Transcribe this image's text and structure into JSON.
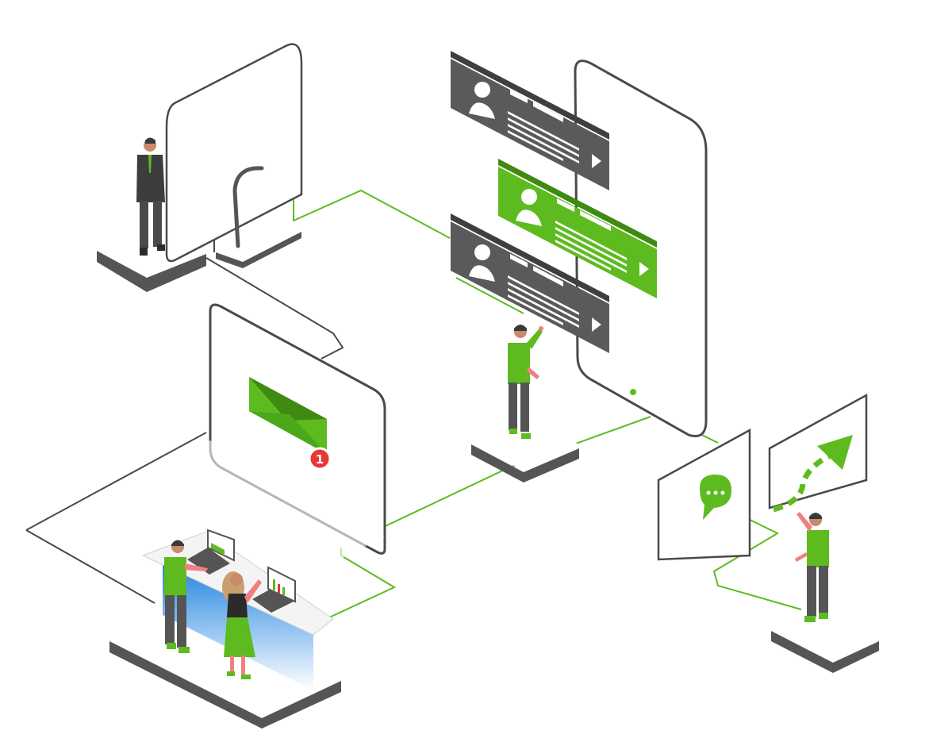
{
  "colors": {
    "accent_green": "#5dbb1f",
    "dark_green": "#3f8a12",
    "card_dark": "#5a5a5a",
    "outline": "#4a4a4a",
    "platform_shadow": "#555555",
    "notification_red": "#e53935",
    "desk_blue": "#1a7fe0"
  },
  "icons": {
    "envelope": "envelope-icon",
    "chat": "chat-bubble-icon",
    "growth_arrow": "trend-arrow-icon",
    "profile": "person-icon",
    "play": "play-triangle-icon"
  },
  "notification": {
    "count": "1"
  },
  "profile_cards": [
    {
      "variant": "dark"
    },
    {
      "variant": "green"
    },
    {
      "variant": "dark"
    }
  ]
}
